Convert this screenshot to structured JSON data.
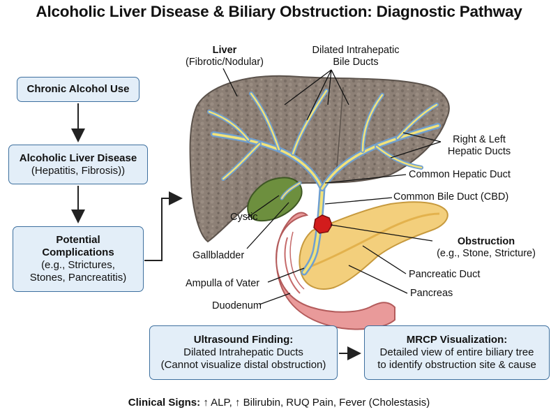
{
  "title": "Alcoholic Liver Disease & Biliary Obstruction: Diagnostic Pathway",
  "flow": {
    "step1": "Chronic Alcohol Use",
    "step2_title": "Alcoholic Liver Disease",
    "step2_sub": "(Hepatitis, Fibrosis))",
    "step3_title_1": "Potential",
    "step3_title_2": "Complications",
    "step3_sub_1": "(e.g., Strictures,",
    "step3_sub_2": "Stones, Pancreatitis)"
  },
  "labels": {
    "liver_title": "Liver",
    "liver_sub": "(Fibrotic/Nodular)",
    "dilated_1": "Dilated Intrahepatic",
    "dilated_2": "Bile Ducts",
    "hepatic_ducts_1": "Right & Left",
    "hepatic_ducts_2": "Hepatic Ducts",
    "common_hepatic": "Common Hepatic Duct",
    "cbd": "Common Bile Duct (CBD)",
    "cystic": "Cystic",
    "gallbladder": "Gallbladder",
    "obstruction_title": "Obstruction",
    "obstruction_sub": "(e.g., Stone, Stricture)",
    "pancreatic_duct": "Pancreatic Duct",
    "pancreas": "Pancreas",
    "ampulla": "Ampulla of Vater",
    "duodenum": "Duodenum"
  },
  "findings": {
    "ultrasound_title": "Ultrasound Finding:",
    "ultrasound_line1": "Dilated Intrahepatic Ducts",
    "ultrasound_line2": "(Cannot visualize distal obstruction)",
    "mrcp_title": "MRCP Visualization:",
    "mrcp_line1": "Detailed view of entire biliary tree",
    "mrcp_line2": "to identify obstruction site & cause"
  },
  "clinical": {
    "prefix": "Clinical Signs:",
    "text": "ALP, Bilirubin, RUQ Pain, Fever (Cholestasis)",
    "arrow_glyph": "↑",
    "alp": "ALP,",
    "rest": "Bilirubin, RUQ Pain, Fever (Cholestasis)"
  },
  "colors": {
    "box_fill": "#e3eef8",
    "box_border": "#3d6f9e",
    "liver": "#8a7d72",
    "duct_blue": "#6f9fd0",
    "duct_yellow": "#f2e27a",
    "gallbladder": "#6d8f3e",
    "pancreas": "#f3cf7c",
    "duodenum": "#e99a9a",
    "stone": "#d21c1c"
  }
}
